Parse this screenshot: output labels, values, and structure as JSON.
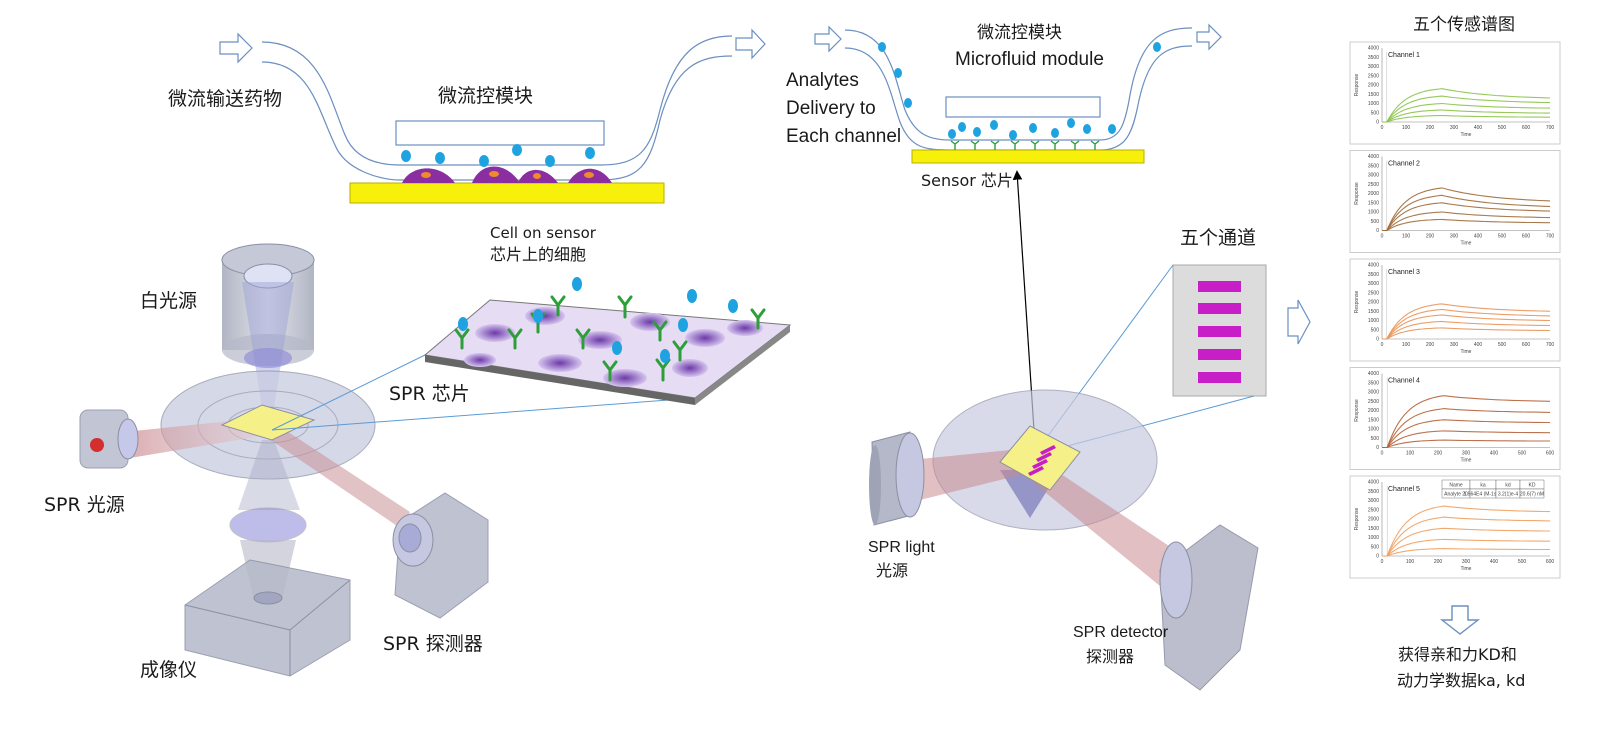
{
  "left_panel": {
    "top_left_label": "微流输送药物",
    "microfluid_label": "微流控模块",
    "cell_on_sensor_en": "Cell on sensor",
    "cell_on_sensor_cn": "芯片上的细胞",
    "white_light": "白光源",
    "spr_chip": "SPR 芯片",
    "spr_light": "SPR 光源",
    "spr_detector": "SPR 探测器",
    "imager": "成像仪"
  },
  "middle_panel": {
    "microfluid_cn": "微流控模块",
    "microfluid_en": "Microfluid module",
    "analytes_line1": "Analytes",
    "analytes_line2": "Delivery to",
    "analytes_line3": "Each channel",
    "sensor_chip": "Sensor 芯片",
    "five_channels": "五个通道",
    "spr_light_en": "SPR light",
    "spr_light_cn": "光源",
    "spr_detector_en": "SPR detector",
    "spr_detector_cn": "探测器"
  },
  "right_panel": {
    "title": "五个传感谱图",
    "result_line1": "获得亲和力KD和",
    "result_line2": "动力学数据ka, kd"
  },
  "chart_data": [
    {
      "type": "line",
      "title": "Channel 1",
      "ylabel": "Response",
      "xlabel": "Time",
      "xlim": [
        0,
        700
      ],
      "ylim": [
        0,
        4000
      ],
      "x_ticks": [
        "0",
        "100",
        "200",
        "300",
        "400",
        "500",
        "600",
        "700"
      ],
      "y_ticks": [
        "0",
        "500",
        "1000",
        "1500",
        "2000",
        "2500",
        "3000",
        "3500",
        "4000"
      ],
      "series": [
        {
          "values": [
            [
              0,
              0
            ],
            [
              250,
              1800
            ],
            [
              700,
              1300
            ]
          ]
        },
        {
          "values": [
            [
              0,
              0
            ],
            [
              250,
              1400
            ],
            [
              700,
              1050
            ]
          ]
        },
        {
          "values": [
            [
              0,
              0
            ],
            [
              250,
              1000
            ],
            [
              700,
              750
            ]
          ]
        },
        {
          "values": [
            [
              0,
              0
            ],
            [
              250,
              650
            ],
            [
              700,
              480
            ]
          ]
        },
        {
          "values": [
            [
              0,
              0
            ],
            [
              250,
              350
            ],
            [
              700,
              260
            ]
          ]
        }
      ],
      "color": "#8bc34a"
    },
    {
      "type": "line",
      "title": "Channel 2",
      "ylabel": "Response",
      "xlabel": "Time",
      "xlim": [
        0,
        700
      ],
      "ylim": [
        0,
        4000
      ],
      "x_ticks": [
        "0",
        "100",
        "200",
        "300",
        "400",
        "500",
        "600",
        "700"
      ],
      "y_ticks": [
        "0",
        "500",
        "1000",
        "1500",
        "2000",
        "2500",
        "3000",
        "3500",
        "4000"
      ],
      "series": [
        {
          "values": [
            [
              0,
              0
            ],
            [
              250,
              2300
            ],
            [
              700,
              1600
            ]
          ]
        },
        {
          "values": [
            [
              0,
              0
            ],
            [
              250,
              1900
            ],
            [
              700,
              1300
            ]
          ]
        },
        {
          "values": [
            [
              0,
              0
            ],
            [
              250,
              1500
            ],
            [
              700,
              1050
            ]
          ]
        },
        {
          "values": [
            [
              0,
              0
            ],
            [
              250,
              1000
            ],
            [
              700,
              700
            ]
          ]
        },
        {
          "values": [
            [
              0,
              0
            ],
            [
              250,
              600
            ],
            [
              700,
              420
            ]
          ]
        }
      ],
      "color": "#9e6b3a"
    },
    {
      "type": "line",
      "title": "Channel 3",
      "ylabel": "Response",
      "xlabel": "Time",
      "xlim": [
        0,
        700
      ],
      "ylim": [
        0,
        4000
      ],
      "x_ticks": [
        "0",
        "100",
        "200",
        "300",
        "400",
        "500",
        "600",
        "700"
      ],
      "y_ticks": [
        "0",
        "500",
        "1000",
        "1500",
        "2000",
        "2500",
        "3000",
        "3500",
        "4000"
      ],
      "series": [
        {
          "values": [
            [
              0,
              0
            ],
            [
              250,
              1900
            ],
            [
              700,
              1500
            ]
          ]
        },
        {
          "values": [
            [
              0,
              0
            ],
            [
              250,
              1600
            ],
            [
              700,
              1250
            ]
          ]
        },
        {
          "values": [
            [
              0,
              0
            ],
            [
              250,
              1300
            ],
            [
              700,
              1000
            ]
          ]
        },
        {
          "values": [
            [
              0,
              0
            ],
            [
              250,
              950
            ],
            [
              700,
              730
            ]
          ]
        },
        {
          "values": [
            [
              0,
              0
            ],
            [
              250,
              600
            ],
            [
              700,
              460
            ]
          ]
        }
      ],
      "color": "#e8955a"
    },
    {
      "type": "line",
      "title": "Channel 4",
      "ylabel": "Response",
      "xlabel": "Time",
      "xlim": [
        0,
        650
      ],
      "ylim": [
        0,
        4000
      ],
      "x_ticks": [
        "0",
        "100",
        "200",
        "300",
        "400",
        "500",
        "600"
      ],
      "y_ticks": [
        "0",
        "500",
        "1000",
        "1500",
        "2000",
        "2500",
        "3000",
        "3500",
        "4000"
      ],
      "series": [
        {
          "values": [
            [
              0,
              0
            ],
            [
              240,
              2800
            ],
            [
              650,
              2500
            ]
          ]
        },
        {
          "values": [
            [
              0,
              0
            ],
            [
              240,
              2100
            ],
            [
              650,
              1900
            ]
          ]
        },
        {
          "values": [
            [
              0,
              0
            ],
            [
              240,
              1500
            ],
            [
              650,
              1350
            ]
          ]
        },
        {
          "values": [
            [
              0,
              0
            ],
            [
              240,
              900
            ],
            [
              650,
              800
            ]
          ]
        },
        {
          "values": [
            [
              0,
              0
            ],
            [
              240,
              400
            ],
            [
              650,
              350
            ]
          ]
        }
      ],
      "color": "#b5633a"
    },
    {
      "type": "line",
      "title": "Channel 5",
      "ylabel": "Response",
      "xlabel": "Time",
      "xlim": [
        0,
        650
      ],
      "ylim": [
        0,
        4000
      ],
      "x_ticks": [
        "0",
        "100",
        "200",
        "300",
        "400",
        "500",
        "600"
      ],
      "y_ticks": [
        "0",
        "500",
        "1000",
        "1500",
        "2000",
        "2500",
        "3000",
        "3500",
        "4000"
      ],
      "series": [
        {
          "values": [
            [
              0,
              0
            ],
            [
              240,
              2700
            ],
            [
              650,
              2400
            ]
          ]
        },
        {
          "values": [
            [
              0,
              0
            ],
            [
              240,
              2100
            ],
            [
              650,
              1900
            ]
          ]
        },
        {
          "values": [
            [
              0,
              0
            ],
            [
              240,
              1500
            ],
            [
              650,
              1350
            ]
          ]
        },
        {
          "values": [
            [
              0,
              0
            ],
            [
              240,
              900
            ],
            [
              650,
              800
            ]
          ]
        },
        {
          "values": [
            [
              0,
              0
            ],
            [
              240,
              400
            ],
            [
              650,
              350
            ]
          ]
        }
      ],
      "color": "#f0a060",
      "table": {
        "headers": [
          "Name",
          "ka",
          "kd",
          "KD"
        ],
        "row": [
          "Analyte 20",
          "1.564E4 (M-1s-1)",
          "3.2(1)e-4",
          "20.6(7) nM"
        ]
      }
    }
  ]
}
